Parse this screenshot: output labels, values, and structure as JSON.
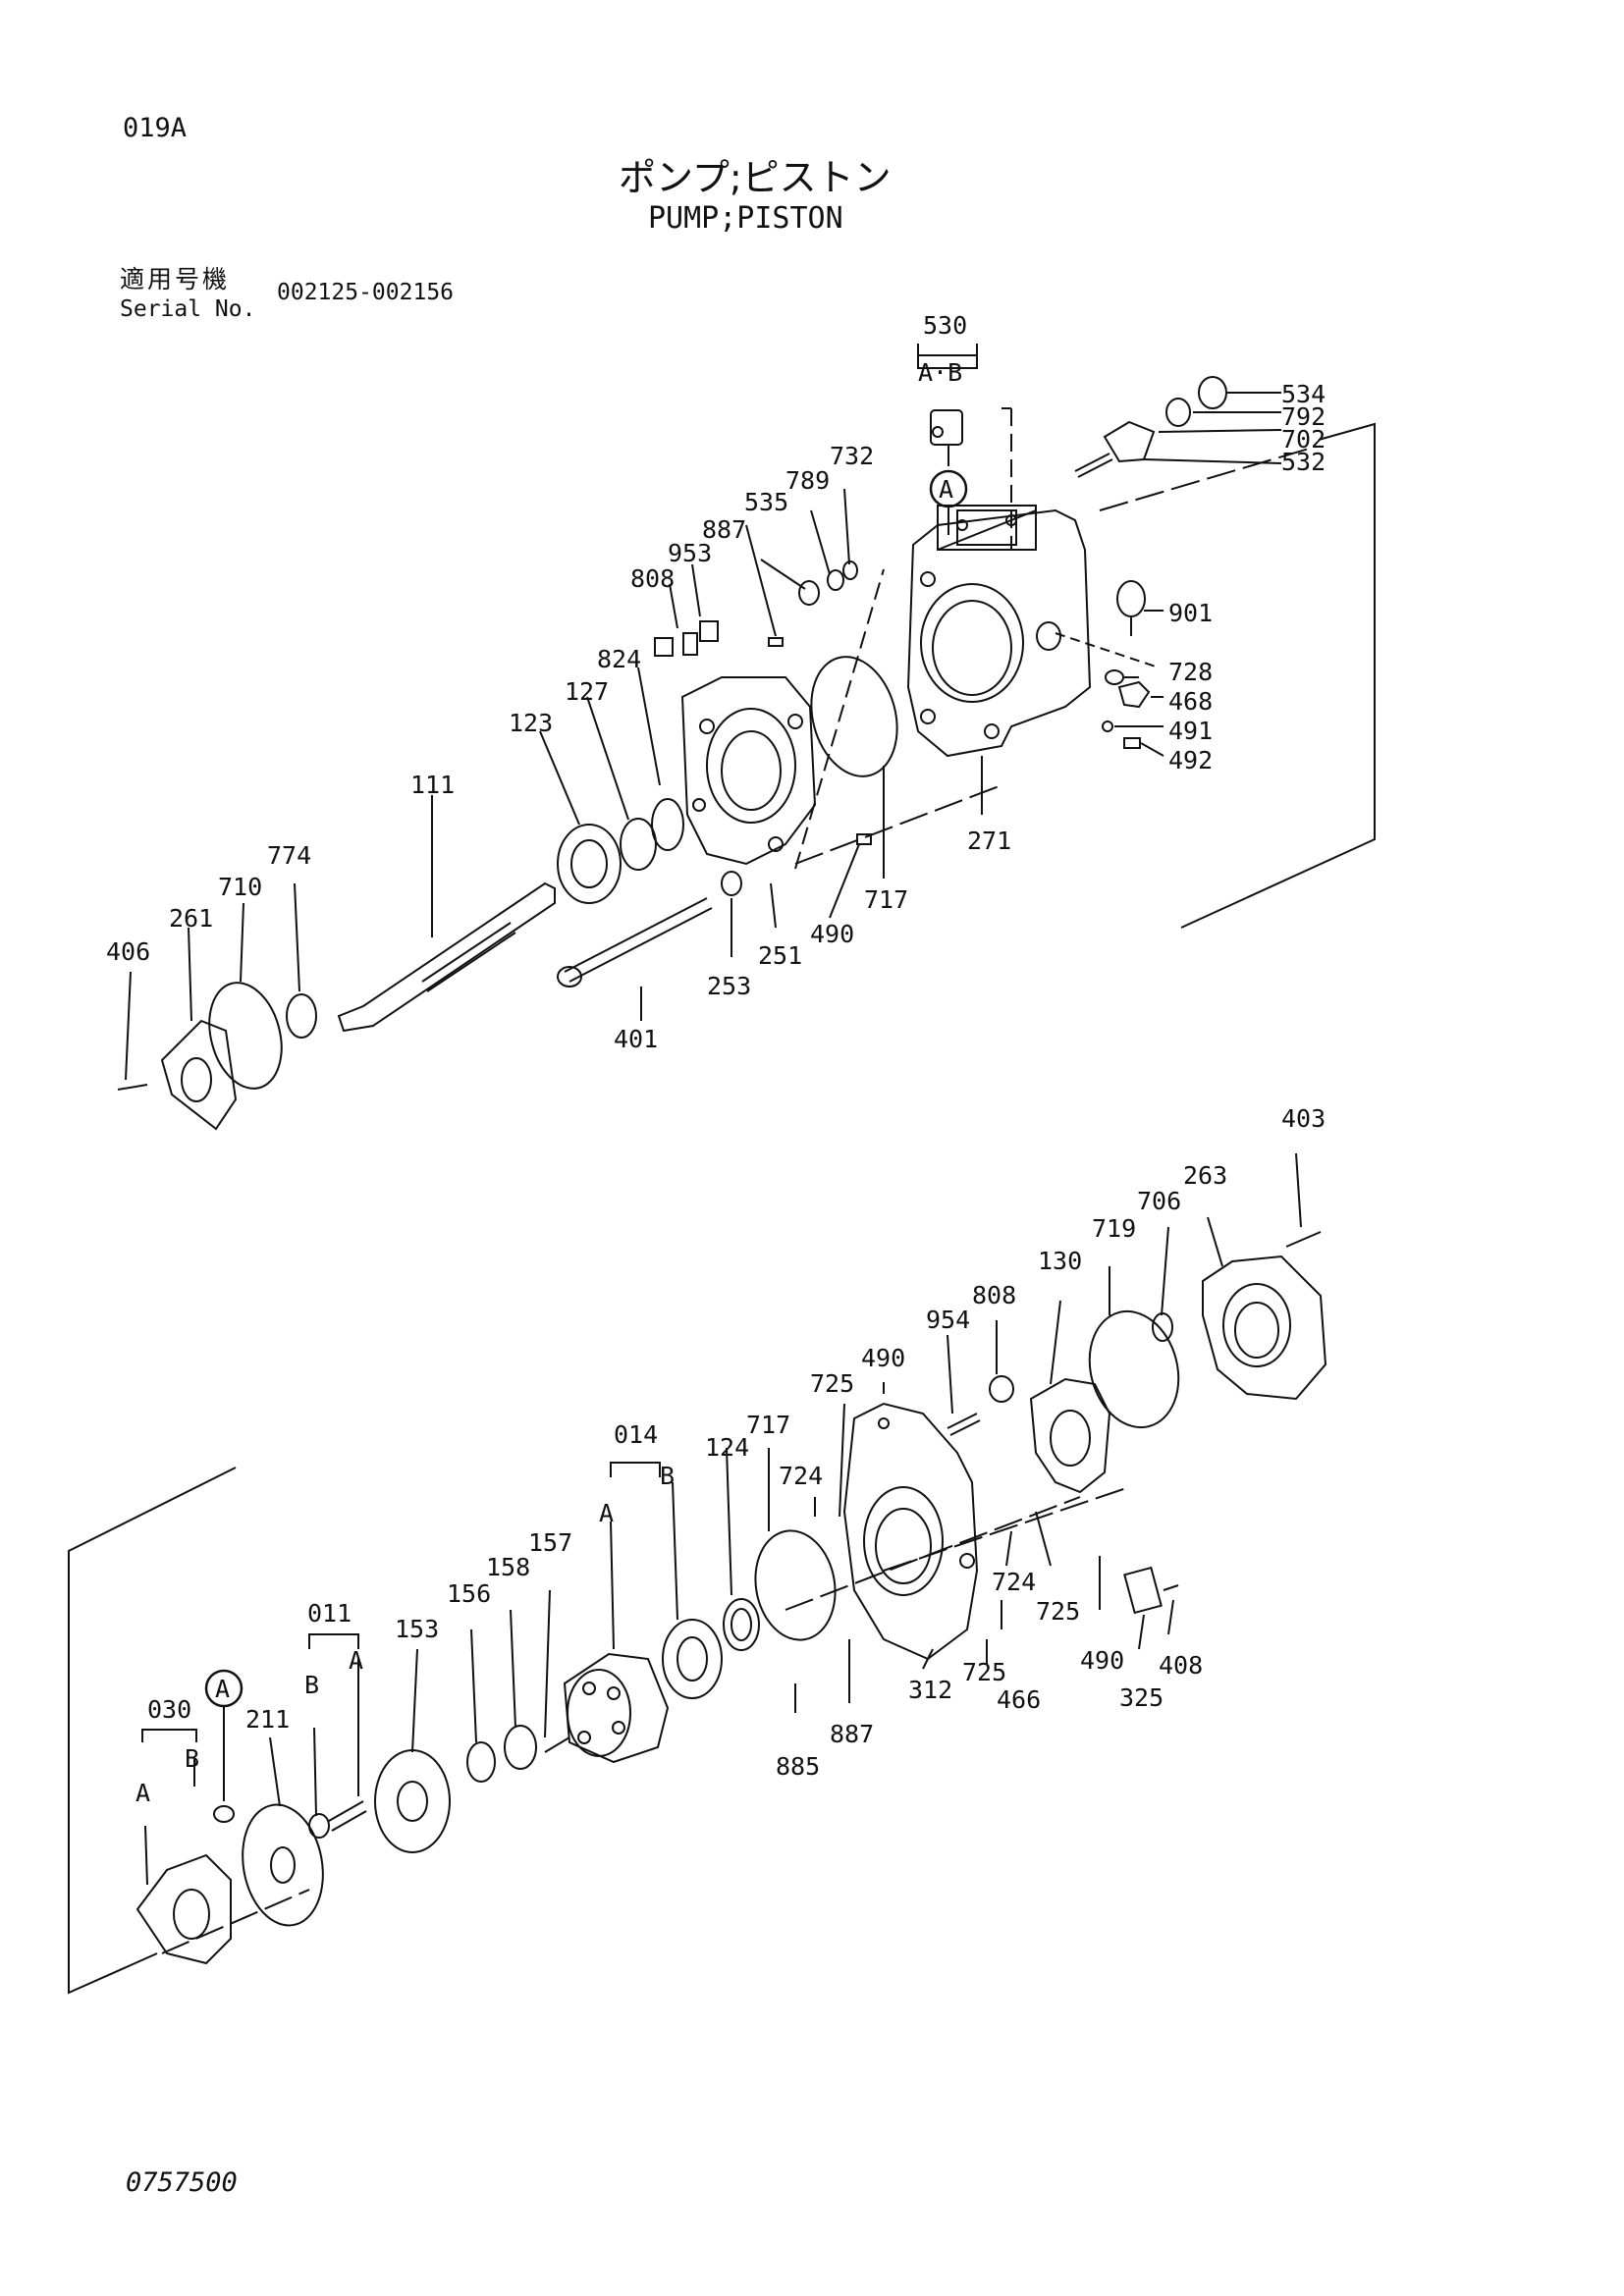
{
  "header": {
    "page_code": "019A",
    "title_jp": "ポンプ;ピストン",
    "title_en": "PUMP;PISTON",
    "serial_label_jp": "適用号機",
    "serial_label_en": "Serial No.",
    "serial_range": "002125-002156"
  },
  "footer": {
    "document_number": "0757500"
  },
  "callouts": {
    "c530": "530",
    "c530_ab": "A·B",
    "cA1": "A",
    "c534": "534",
    "c792": "792",
    "c702": "702",
    "c532": "532",
    "c732": "732",
    "c789": "789",
    "c535": "535",
    "c887a": "887",
    "c953": "953",
    "c808a": "808",
    "c824": "824",
    "c127": "127",
    "c123": "123",
    "c111": "111",
    "c901": "901",
    "c728": "728",
    "c468": "468",
    "c491": "491",
    "c492": "492",
    "c717a": "717",
    "c271": "271",
    "c490a": "490",
    "c251": "251",
    "c253": "253",
    "c401": "401",
    "c774": "774",
    "c710": "710",
    "c261": "261",
    "c406": "406",
    "c403": "403",
    "c263": "263",
    "c706": "706",
    "c719": "719",
    "c130": "130",
    "c808b": "808",
    "c954": "954",
    "c490b": "490",
    "c725a": "725",
    "c724a": "724",
    "c014": "014",
    "c014A": "A",
    "c014B": "B",
    "c124": "124",
    "c717b": "717",
    "c157": "157",
    "c158": "158",
    "c156": "156",
    "c153": "153",
    "c011": "011",
    "c011B": "B",
    "c011A": "A",
    "c211": "211",
    "cA2": "A",
    "c030": "030",
    "c030B": "B",
    "c030A": "A",
    "c724b": "724",
    "c725b": "725",
    "c725c": "725",
    "c466": "466",
    "c490c": "490",
    "c408": "408",
    "c325": "325",
    "c312": "312",
    "c887b": "887",
    "c885": "885"
  }
}
